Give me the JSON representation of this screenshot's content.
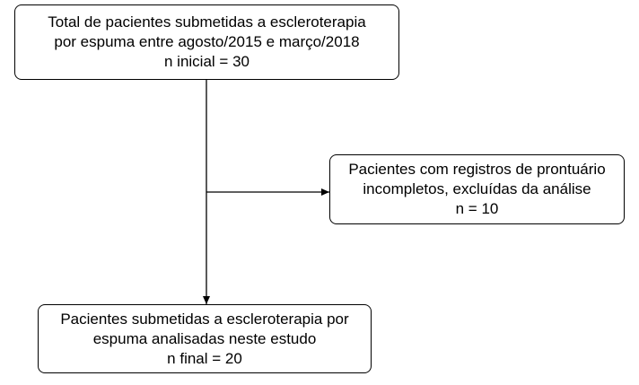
{
  "flowchart": {
    "top_box": {
      "line1": "Total de pacientes submetidas a escleroterapia",
      "line2": "por espuma entre agosto/2015 e março/2018",
      "line3": "n inicial = 30"
    },
    "excluded_box": {
      "line1": "Pacientes com registros de prontuário",
      "line2": "incompletos, excluídas da análise",
      "line3": "n = 10"
    },
    "bottom_box": {
      "line1": "Pacientes submetidas a escleroterapia por",
      "line2": "espuma analisadas neste estudo",
      "line3": "n final = 20"
    }
  }
}
